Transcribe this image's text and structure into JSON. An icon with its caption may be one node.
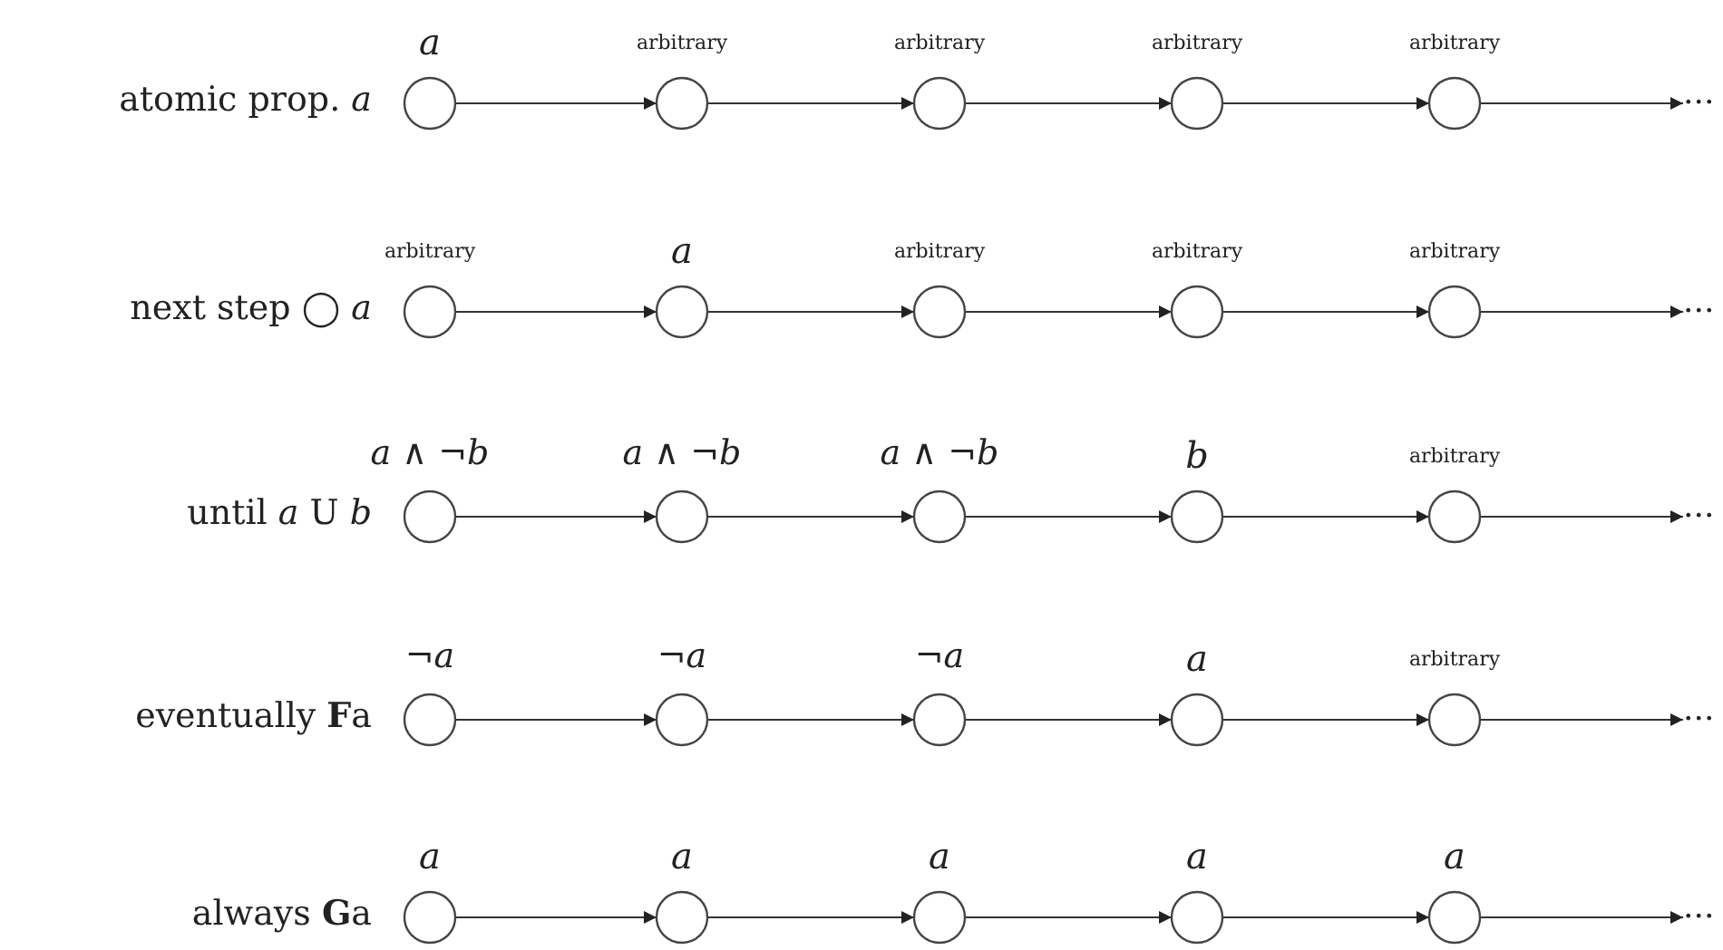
{
  "diagram": {
    "nodes": [
      {
        "text": [
          "a"
        ]
      },
      {
        "text": [
          "arbitrary"
        ]
      },
      {
        "text": [
          "arbitrary"
        ]
      },
      {
        "text": [
          "arbitrary"
        ]
      },
      {
        "text": [
          "arbitrary"
        ]
      },
      {
        "text": [
          "..."
        ]
      },
      {
        "text": [
          "arbitrary"
        ]
      },
      {
        "text": [
          "a"
        ]
      },
      {
        "text": [
          "arbitrary"
        ]
      },
      {
        "text": [
          "arbitrary"
        ]
      },
      {
        "text": [
          "arbitrary"
        ]
      },
      {
        "text": [
          "..."
        ]
      },
      {
        "text": [
          "*a* ∧ ¬*b*"
        ]
      },
      {
        "text": [
          "*a* ∧ ¬*b*"
        ]
      },
      {
        "text": [
          "*a* ∧ ¬*b*"
        ]
      },
      {
        "text": [
          "b"
        ]
      },
      {
        "text": [
          "arbitrary"
        ]
      },
      {
        "text": [
          "..."
        ]
      },
      {
        "text": [
          "¬*a*"
        ]
      },
      {
        "text": [
          "¬*a*"
        ]
      },
      {
        "text": [
          "¬*a*"
        ]
      },
      {
        "text": [
          "a"
        ]
      },
      {
        "text": [
          "arbitrary"
        ]
      },
      {
        "text": [
          "..."
        ]
      },
      {
        "text": [
          "a"
        ]
      },
      {
        "text": [
          "a"
        ]
      },
      {
        "text": [
          "a"
        ]
      },
      {
        "text": [
          "a"
        ]
      },
      {
        "text": [
          "a"
        ]
      },
      {
        "text": [
          "..."
        ]
      }
    ],
    "edges": [
      {
        "from": 0,
        "to": 1,
        "arrow": "to"
      },
      {
        "from": 1,
        "to": 2,
        "arrow": "to"
      },
      {
        "from": 2,
        "to": 3,
        "arrow": "to"
      },
      {
        "from": 3,
        "to": 4,
        "arrow": "to"
      },
      {
        "from": 4,
        "to": 5,
        "arrow": "to"
      },
      {
        "from": 6,
        "to": 7,
        "arrow": "to"
      },
      {
        "from": 7,
        "to": 8,
        "arrow": "to"
      },
      {
        "from": 8,
        "to": 9,
        "arrow": "to"
      },
      {
        "from": 9,
        "to": 10,
        "arrow": "to"
      },
      {
        "from": 10,
        "to": 11,
        "arrow": "to"
      },
      {
        "from": 12,
        "to": 13,
        "arrow": "to"
      },
      {
        "from": 13,
        "to": 14,
        "arrow": "to"
      },
      {
        "from": 14,
        "to": 15,
        "arrow": "to"
      },
      {
        "from": 15,
        "to": 16,
        "arrow": "to"
      },
      {
        "from": 16,
        "to": 17,
        "arrow": "to"
      },
      {
        "from": 18,
        "to": 19,
        "arrow": "to"
      },
      {
        "from": 19,
        "to": 20,
        "arrow": "to"
      },
      {
        "from": 20,
        "to": 21,
        "arrow": "to"
      },
      {
        "from": 21,
        "to": 22,
        "arrow": "to"
      },
      {
        "from": 22,
        "to": 23,
        "arrow": "to"
      },
      {
        "from": 24,
        "to": 25,
        "arrow": "to"
      },
      {
        "from": 25,
        "to": 26,
        "arrow": "to"
      },
      {
        "from": 26,
        "to": 27,
        "arrow": "to"
      },
      {
        "from": 27,
        "to": 28,
        "arrow": "to"
      },
      {
        "from": 28,
        "to": 29,
        "arrow": "to"
      }
    ],
    "labels": [
      "atomic prop. *a*",
      "next step ◯ *a*",
      "until *a* U *b*",
      "eventually **F**a",
      "always **G**a"
    ]
  }
}
